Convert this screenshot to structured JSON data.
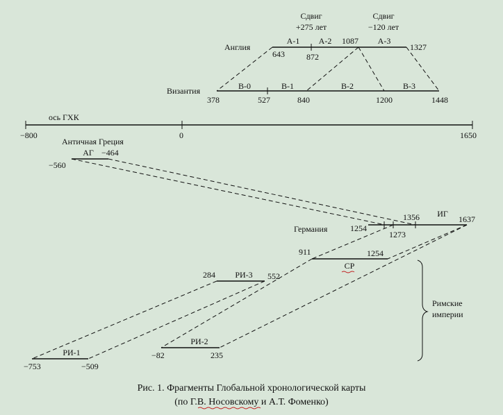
{
  "shifts": {
    "s1_line1": "Сдвиг",
    "s1_line2": "+275 лет",
    "s2_line1": "Сдвиг",
    "s2_line2": "−120 лет"
  },
  "england": {
    "label": "Англия",
    "segments": [
      "А-1",
      "А-2",
      "А-3"
    ],
    "years": [
      "643",
      "872",
      "1087",
      "1327"
    ]
  },
  "byzantium": {
    "label": "Византия",
    "segments": [
      "В-0",
      "В-1",
      "В-2",
      "В-3"
    ],
    "years": [
      "378",
      "527",
      "840",
      "1200",
      "1448"
    ]
  },
  "axis": {
    "label": "ось ГХК",
    "ticks": [
      "−800",
      "0",
      "1650"
    ]
  },
  "greece": {
    "label": "Античная Греция",
    "segment": "АГ",
    "years": [
      "−560",
      "−464"
    ]
  },
  "germany": {
    "label": "Германия",
    "segment": "ИГ",
    "years": [
      "1254",
      "1273",
      "1356",
      "1637"
    ]
  },
  "sr": {
    "segment": "СР",
    "years": [
      "911",
      "1254"
    ]
  },
  "roman": {
    "ri3": {
      "segment": "РИ-3",
      "years": [
        "284",
        "552"
      ]
    },
    "ri1": {
      "segment": "РИ-1",
      "years": [
        "−753",
        "−509"
      ]
    },
    "ri2": {
      "segment": "РИ-2",
      "years": [
        "−82",
        "235"
      ]
    },
    "brace_line1": "Римские",
    "brace_line2": "империи"
  },
  "caption": {
    "line1": "Рис. 1. Фрагменты Глобальной хронологической карты",
    "line2": "(по Г.В. Носовскому и А.Т. Фоменко)"
  }
}
